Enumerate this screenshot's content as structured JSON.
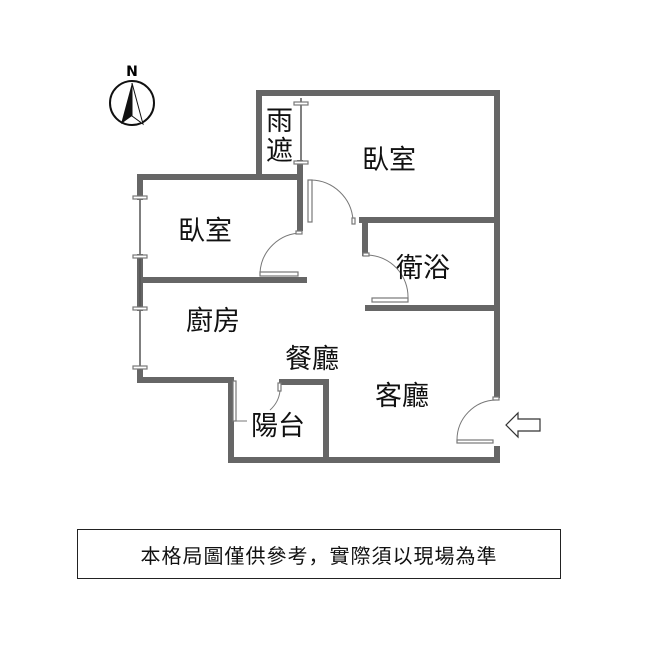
{
  "compass": {
    "label": "N"
  },
  "rooms": {
    "canopy": [
      "雨",
      "遮"
    ],
    "bedroom_1": "臥室",
    "bedroom_2": "臥室",
    "bathroom": "衛浴",
    "kitchen": "廚房",
    "dining": "餐廳",
    "living": "客廳",
    "balcony": "陽台"
  },
  "note": "本格局圖僅供參考，實際須以現場為準"
}
